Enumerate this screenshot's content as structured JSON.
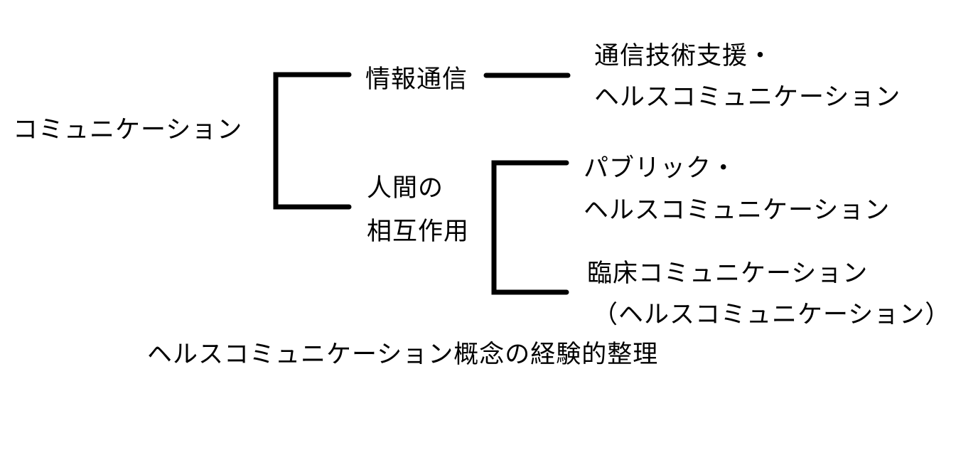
{
  "diagram": {
    "root": "コミュニケーション",
    "branches": [
      {
        "label_lines": [
          "情報通信"
        ],
        "children": [
          {
            "label_lines": [
              "通信技術支援・",
              "ヘルスコミュニケーション"
            ]
          }
        ]
      },
      {
        "label_lines": [
          "人間の",
          "相互作用"
        ],
        "children": [
          {
            "label_lines": [
              "パブリック・",
              "ヘルスコミュニケーション"
            ]
          },
          {
            "label_lines": [
              "臨床コミュニケーション",
              "（ヘルスコミュニケーション）"
            ]
          }
        ]
      }
    ],
    "caption": "ヘルスコミュニケーション概念の経験的整理",
    "line_color": "#000000"
  }
}
